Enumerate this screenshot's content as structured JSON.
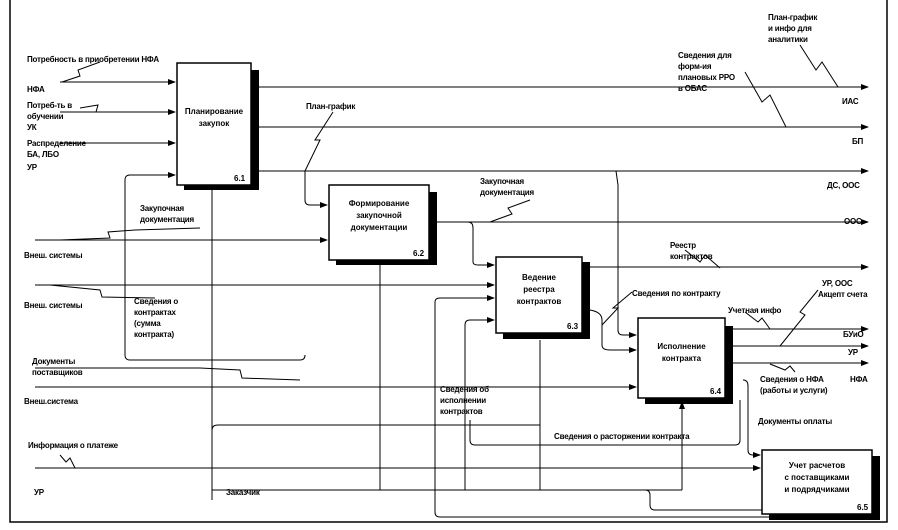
{
  "blocks": [
    {
      "id": "6.1",
      "title": "Планирование\nзакупок"
    },
    {
      "id": "6.2",
      "title": "Формирование\nзакупочной\nдокументации"
    },
    {
      "id": "6.3",
      "title": "Ведение\nреестра\nконтрактов"
    },
    {
      "id": "6.4",
      "title": "Исполнение\nконтракта"
    },
    {
      "id": "6.5",
      "title": "Учет расчетов\nс поставщиками\nи подрядчиками"
    }
  ],
  "labels": {
    "need_nfa": "Потребность в приобретении НФА",
    "nfa_in": "НФА",
    "need_training": "Потреб-ть в\nобучении",
    "uk": "УК",
    "distribution": "Распределение\nБА, ЛБО",
    "ur_in": "УР",
    "plan_graph": "План-график",
    "plan_graph_info": "План-график\nи инфо для\nаналитики",
    "rro_info": "Сведения для\nформ-ия\nплановых РРО\nв ОБАС",
    "ias": "ИАС",
    "bp": "БП",
    "ds_oos": "ДС, ООС",
    "proc_docs_top": "Закупочная\nдокументация",
    "oos": "ООС",
    "proc_docs_left": "Закупочная\nдокументация",
    "ext_systems_1": "Внеш. системы",
    "ext_systems_2": "Внеш. системы",
    "contracts_info": "Сведения о\nконтрактах\n(сумма\nконтракта)",
    "registry": "Реестр\nконтрактов",
    "ur_oos": "УР, ООС",
    "contract_info": "Сведения по контракту",
    "accept_invoice": "Акцепт счета",
    "account_info": "Учетная инфо",
    "buio": "БУиО",
    "ur_out": "УР",
    "nfa_info": "Сведения о НФА\n(работы и услуги)",
    "nfa_out": "НФА",
    "supplier_docs": "Документы\nпоставщиков",
    "ext_system": "Внеш.система",
    "execution_info": "Сведения об\nисполнении\nконтрактов",
    "payment_docs": "Документы оплаты",
    "termination_info": "Сведения о расторжении контракта",
    "payment_info": "Информация о платеже",
    "ur_bottom": "УР",
    "customer": "Заказчик"
  }
}
